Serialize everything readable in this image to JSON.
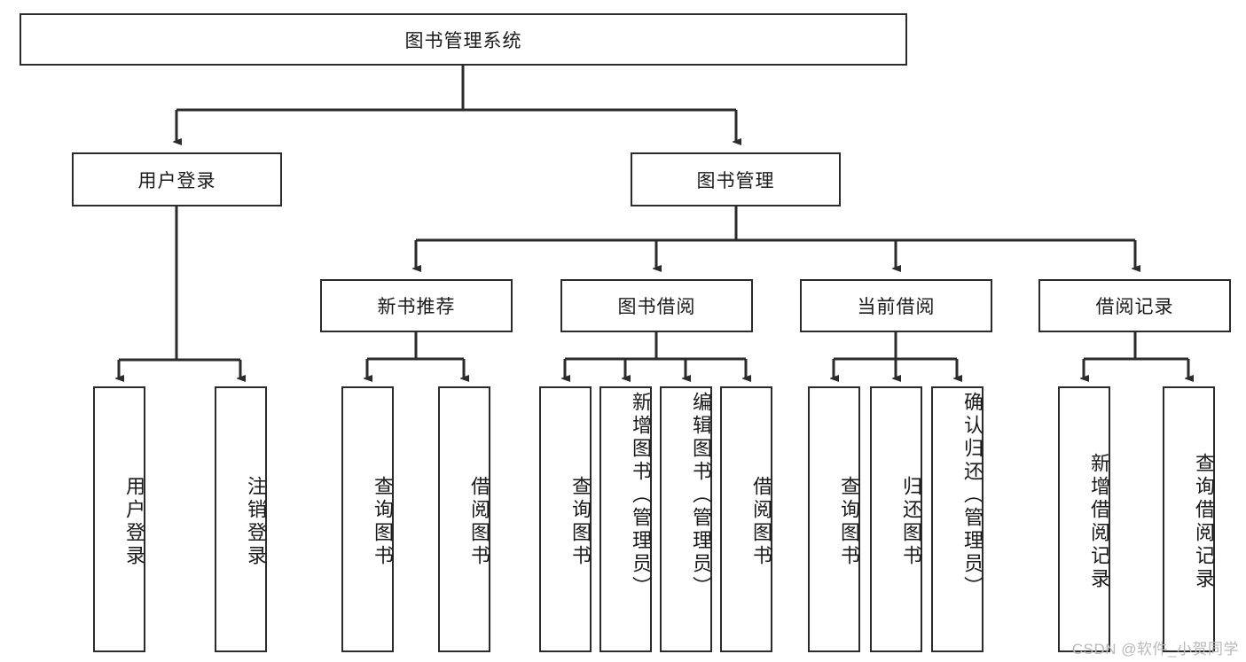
{
  "diagram": {
    "title": "图书管理系统",
    "root": {
      "id": "root",
      "label": "图书管理系统",
      "orientation": "horizontal"
    },
    "tier2": [
      {
        "id": "user-login",
        "label": "用户登录",
        "orientation": "horizontal"
      },
      {
        "id": "book-management",
        "label": "图书管理",
        "orientation": "horizontal"
      }
    ],
    "tier3": [
      {
        "id": "new-book-recommend",
        "label": "新书推荐",
        "orientation": "horizontal",
        "parent": "book-management"
      },
      {
        "id": "book-borrow",
        "label": "图书借阅",
        "orientation": "horizontal",
        "parent": "book-management"
      },
      {
        "id": "current-borrow",
        "label": "当前借阅",
        "orientation": "horizontal",
        "parent": "book-management"
      },
      {
        "id": "borrow-record",
        "label": "借阅记录",
        "orientation": "horizontal",
        "parent": "book-management"
      }
    ],
    "leaves": [
      {
        "id": "leaf-user-login",
        "label": "用户登录",
        "orientation": "vertical",
        "parent": "user-login",
        "align": "center"
      },
      {
        "id": "leaf-user-logout",
        "label": "注销登录",
        "orientation": "vertical",
        "parent": "user-login",
        "align": "center"
      },
      {
        "id": "leaf-query-book-1",
        "label": "查询图书",
        "orientation": "vertical",
        "parent": "new-book-recommend",
        "align": "center"
      },
      {
        "id": "leaf-borrow-book-1",
        "label": "借阅图书",
        "orientation": "vertical",
        "parent": "new-book-recommend",
        "align": "center"
      },
      {
        "id": "leaf-query-book-2",
        "label": "查询图书",
        "orientation": "vertical",
        "parent": "book-borrow",
        "align": "center"
      },
      {
        "id": "leaf-add-book-admin",
        "label": "新增图书（管理员）",
        "orientation": "vertical",
        "parent": "book-borrow",
        "align": "top"
      },
      {
        "id": "leaf-edit-book-admin",
        "label": "编辑图书（管理员）",
        "orientation": "vertical",
        "parent": "book-borrow",
        "align": "top"
      },
      {
        "id": "leaf-borrow-book-2",
        "label": "借阅图书",
        "orientation": "vertical",
        "parent": "book-borrow",
        "align": "center"
      },
      {
        "id": "leaf-query-book-3",
        "label": "查询图书",
        "orientation": "vertical",
        "parent": "current-borrow",
        "align": "center"
      },
      {
        "id": "leaf-return-book",
        "label": "归还图书",
        "orientation": "vertical",
        "parent": "current-borrow",
        "align": "center"
      },
      {
        "id": "leaf-confirm-return-admin",
        "label": "确认归还（管理员）",
        "orientation": "vertical",
        "parent": "current-borrow",
        "align": "top"
      },
      {
        "id": "leaf-add-borrow-record",
        "label": "新增借阅记录",
        "orientation": "vertical",
        "parent": "borrow-record",
        "align": "center"
      },
      {
        "id": "leaf-query-borrow-record",
        "label": "查询借阅记录",
        "orientation": "vertical",
        "parent": "borrow-record",
        "align": "center"
      }
    ]
  },
  "watermark": {
    "text": "CSDN @软件_小贺同学"
  },
  "colors": {
    "stroke": "#2b2b2b",
    "background": "#ffffff",
    "text": "#1a1a1a",
    "watermark": "#b9b9b9"
  }
}
